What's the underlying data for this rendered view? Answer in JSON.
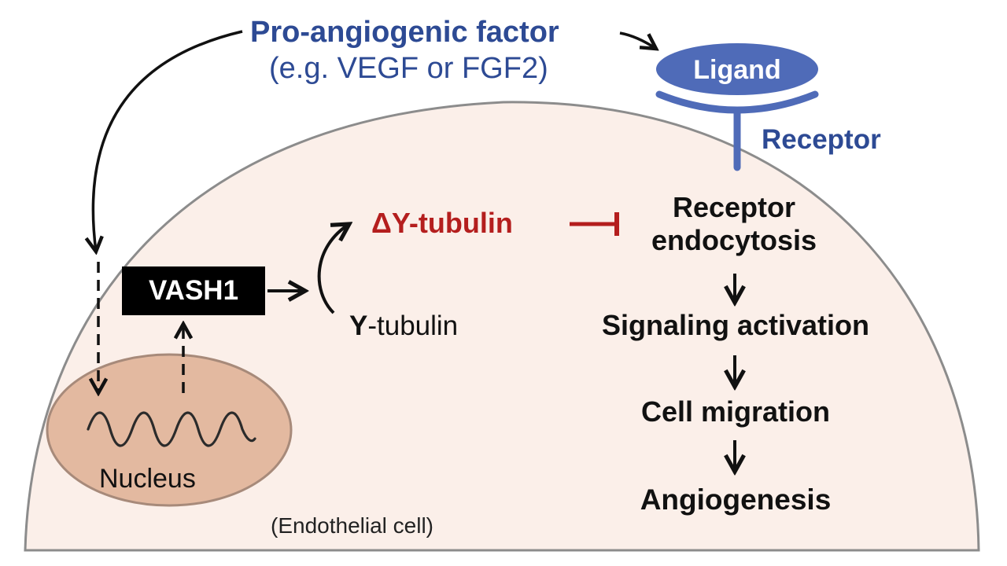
{
  "factor": {
    "title": "Pro-angiogenic factor",
    "subtitle": "(e.g. VEGF or FGF2)"
  },
  "ligand": {
    "label": "Ligand"
  },
  "receptor": {
    "label": "Receptor"
  },
  "vash1": {
    "label": "VASH1"
  },
  "tubulin": {
    "detyrosinated_prefix": "ΔY",
    "detyrosinated_suffix": "-tubulin",
    "tyrosinated_prefix": "Y",
    "tyrosinated_suffix": "-tubulin"
  },
  "pathway": {
    "endocytosis": "Receptor endocytosis",
    "signaling": "Signaling activation",
    "migration": "Cell migration",
    "angiogenesis": "Angiogenesis"
  },
  "nucleus": {
    "label": "Nucleus"
  },
  "cell": {
    "label": "(Endothelial cell)"
  },
  "colors": {
    "cell_fill": "#fbefe9",
    "cell_border": "#8c8c8c",
    "nucleus_fill": "#e3b9a0",
    "nucleus_border": "#a78a7a",
    "blue_text": "#2d4a94",
    "ligand_fill": "#4f6bb8",
    "inhibition_red": "#b41e1e",
    "black": "#111111"
  }
}
